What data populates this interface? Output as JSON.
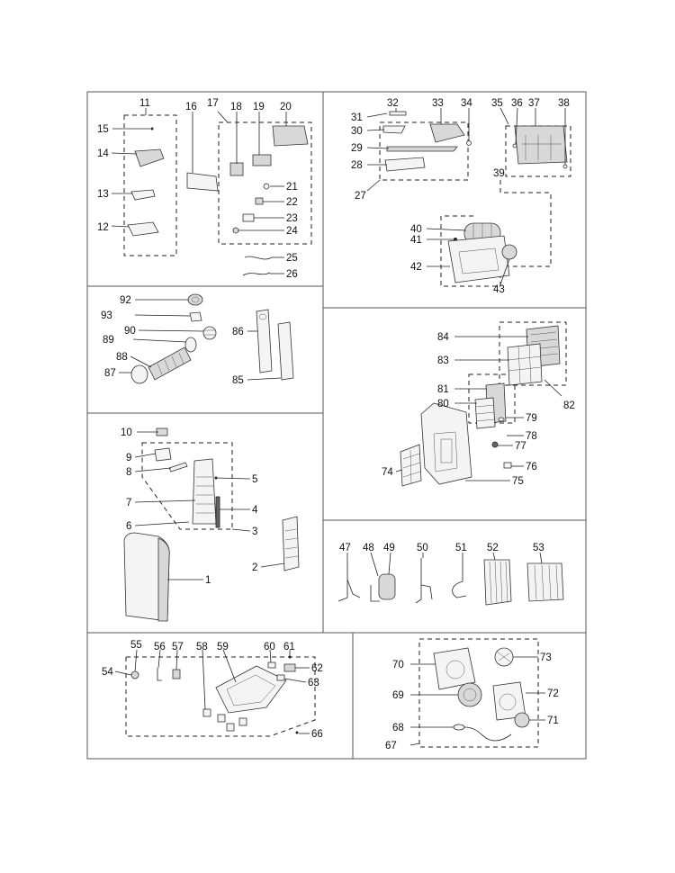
{
  "labels": {
    "n1": "1",
    "n2": "2",
    "n3": "3",
    "n4": "4",
    "n5": "5",
    "n6": "6",
    "n7": "7",
    "n8": "8",
    "n9": "9",
    "n10": "10",
    "n11": "11",
    "n12": "12",
    "n13": "13",
    "n14": "14",
    "n15": "15",
    "n16": "16",
    "n17": "17",
    "n18": "18",
    "n19": "19",
    "n20": "20",
    "n21": "21",
    "n22": "22",
    "n23": "23",
    "n24": "24",
    "n25": "25",
    "n26": "26",
    "n27": "27",
    "n28": "28",
    "n29": "29",
    "n30": "30",
    "n31": "31",
    "n32": "32",
    "n33": "33",
    "n34": "34",
    "n35": "35",
    "n36": "36",
    "n37": "37",
    "n38": "38",
    "n39": "39",
    "n40": "40",
    "n41": "41",
    "n42": "42",
    "n43": "43",
    "n47": "47",
    "n48": "48",
    "n49": "49",
    "n50": "50",
    "n51": "51",
    "n52": "52",
    "n53": "53",
    "n54": "54",
    "n55": "55",
    "n56": "56",
    "n57": "57",
    "n58": "58",
    "n59": "59",
    "n60": "60",
    "n61": "61",
    "n62": "62",
    "n63": "63",
    "n66": "66",
    "n67": "67",
    "n68": "68",
    "n69": "69",
    "n70": "70",
    "n71": "71",
    "n72": "72",
    "n73": "73",
    "n74": "74",
    "n75": "75",
    "n76": "76",
    "n77": "77",
    "n78": "78",
    "n79": "79",
    "n80": "80",
    "n81": "81",
    "n82": "82",
    "n83": "83",
    "n84": "84",
    "n85": "85",
    "n86": "86",
    "n87": "87",
    "n88": "88",
    "n89": "89",
    "n90": "90",
    "n92": "92",
    "n93": "93"
  }
}
